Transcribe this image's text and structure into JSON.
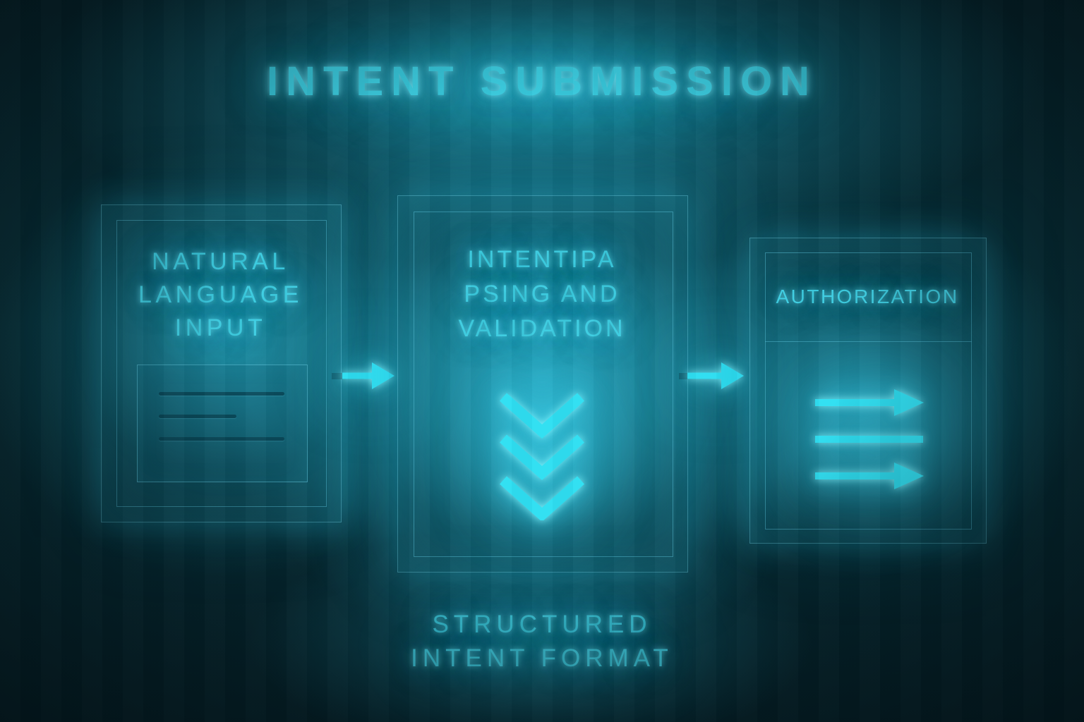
{
  "diagram": {
    "title": "INTENT SUBMISSION",
    "caption_lines": [
      "STRUCTURED",
      "INTENT FORMAT"
    ],
    "nodes": [
      {
        "id": "natural-language-input",
        "lines": [
          "NATURAL",
          "LANGUAGE",
          "INPUT"
        ],
        "icon": "document-text-lines-icon"
      },
      {
        "id": "intent-parsing-and-validation",
        "lines": [
          "INTENTIPA",
          "PSING AND",
          "VALIDATION"
        ],
        "icon": "triple-chevron-down-icon"
      },
      {
        "id": "authorization",
        "lines": [
          "AUTHORIZATION"
        ],
        "icon": "exchange-arrows-icon"
      }
    ],
    "connectors": [
      {
        "from": "natural-language-input",
        "to": "intent-parsing-and-validation",
        "icon": "arrow-right-icon"
      },
      {
        "from": "intent-parsing-and-validation",
        "to": "authorization",
        "icon": "arrow-right-icon"
      }
    ],
    "colors": {
      "background_dark": "#052129",
      "glow_teal": "#24a4be",
      "neon_cyan": "#2fdff2",
      "text_cyan": "#3ecde1",
      "box_border": "#6ed7eb"
    }
  }
}
